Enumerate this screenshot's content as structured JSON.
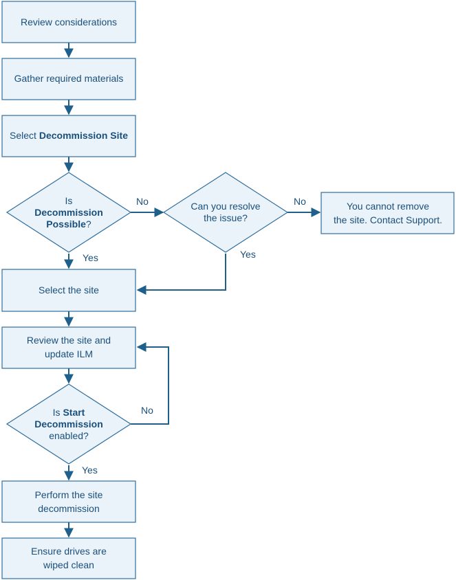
{
  "colors": {
    "fill": "#ebf3fa",
    "stroke": "#2f6e9e",
    "text": "#1a4f7a",
    "arrow": "#1f5f8b"
  },
  "nodes": {
    "review_considerations": "Review considerations",
    "gather_materials": "Gather required materials",
    "select_decommission_site": {
      "prefix": "Select ",
      "bold": "Decommission Site"
    },
    "decommission_possible": {
      "line1": "Is",
      "line2": "Decommission",
      "line3_bold": "Possible",
      "line3_suffix": "?"
    },
    "can_resolve": {
      "line1": "Can you resolve",
      "line2": "the issue?"
    },
    "cannot_remove": {
      "line1": "You cannot remove",
      "line2": "the site. Contact Support."
    },
    "select_site": "Select the site",
    "review_update_ilm": {
      "line1": "Review the site and",
      "line2": "update ILM"
    },
    "start_enabled": {
      "line1_prefix": "Is ",
      "line1_bold": "Start",
      "line2_bold": "Decommission",
      "line3": "enabled?"
    },
    "perform_decommission": {
      "line1": "Perform the site",
      "line2": "decommission"
    },
    "ensure_wiped": {
      "line1": "Ensure drives are",
      "line2": "wiped clean"
    }
  },
  "edge_labels": {
    "possible_no": "No",
    "possible_yes": "Yes",
    "resolve_no": "No",
    "resolve_yes": "Yes",
    "start_no": "No",
    "start_yes": "Yes"
  }
}
